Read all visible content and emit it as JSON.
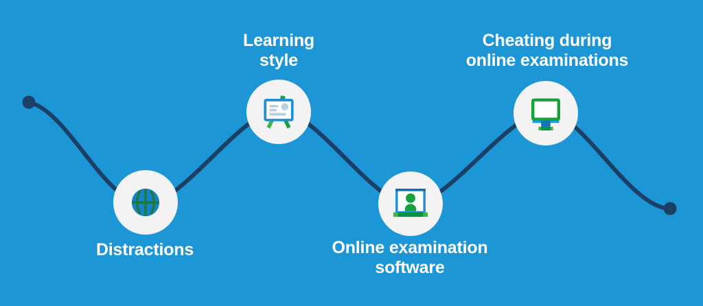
{
  "figure": {
    "kind": "timeline-wave-infographic",
    "background_color": "#1d96d5",
    "line_color": "#1c3f66",
    "node_circle_color": "#f3f3f3",
    "text_color": "#ffffff"
  },
  "palette": {
    "green_bright": "#17a23b",
    "green_dark": "#1f9e3f",
    "green_deep": "#0e9044",
    "green_light": "#3db54a",
    "green_seam": "#1e7a3c",
    "blue_frame": "#1f8ed6",
    "blue_deep": "#0d6eb8",
    "blue_ball": "#1583c5",
    "blue_strip": "#1e9ce2",
    "content_gray": "#b6cede"
  },
  "milestones": [
    {
      "icon": "basketball-icon",
      "label_lines": [
        "Distractions"
      ]
    },
    {
      "icon": "presentation-board-icon",
      "label_lines": [
        "Learning",
        "style"
      ]
    },
    {
      "icon": "laptop-user-icon",
      "label_lines": [
        "Online examination",
        "software"
      ]
    },
    {
      "icon": "desktop-monitor-icon",
      "label_lines": [
        "Cheating during",
        "online examinations"
      ]
    }
  ]
}
